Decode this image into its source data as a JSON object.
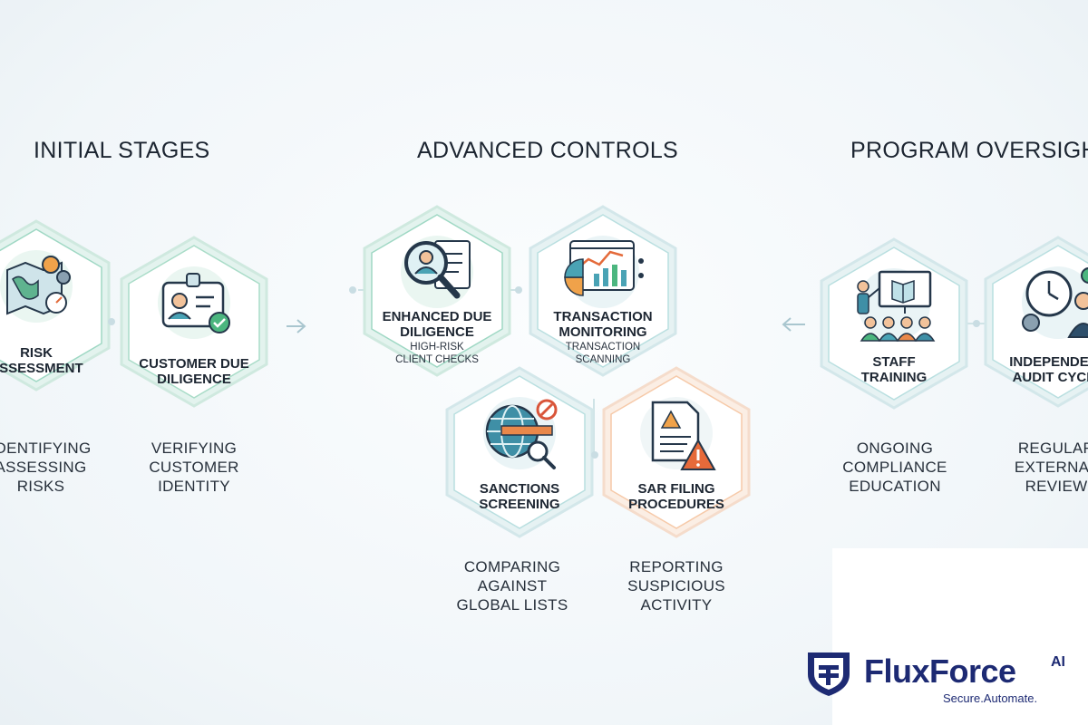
{
  "sections": [
    {
      "title": "INITIAL STAGES"
    },
    {
      "title": "ADVANCED CONTROLS"
    },
    {
      "title": "PROGRAM OVERSIGHT"
    }
  ],
  "nodes": [
    {
      "id": "risk-assessment",
      "title": "RISK\nASSESSMENT",
      "subtitle": "",
      "description": "IDENTIFYING\nASSESSING\nRISKS",
      "icon": "map-gauge-icon",
      "accent": "#9fd8c4"
    },
    {
      "id": "customer-due-diligence",
      "title": "CUSTOMER DUE\nDILIGENCE",
      "subtitle": "",
      "description": "VERIFYING\nCUSTOMER\nIDENTITY",
      "icon": "id-badge-icon",
      "accent": "#a9dcc8"
    },
    {
      "id": "enhanced-due-diligence",
      "title": "ENHANCED DUE\nDILIGENCE",
      "subtitle": "HIGH-RISK\nCLIENT CHECKS",
      "description": "",
      "icon": "magnifier-document-icon",
      "accent": "#9fd8c4"
    },
    {
      "id": "transaction-monitoring",
      "title": "TRANSACTION\nMONITORING",
      "subtitle": "TRANSACTION\nSCANNING",
      "description": "",
      "icon": "dashboard-chart-icon",
      "accent": "#b9dfe0"
    },
    {
      "id": "sanctions-screening",
      "title": "SANCTIONS\nSCREENING",
      "subtitle": "",
      "description": "COMPARING\nAGAINST\nGLOBAL LISTS",
      "icon": "globe-barrier-icon",
      "accent": "#b9dfe0"
    },
    {
      "id": "sar-filing",
      "title": "SAR FILING\nPROCEDURES",
      "subtitle": "",
      "description": "REPORTING\nSUSPICIOUS\nACTIVITY",
      "icon": "warning-document-icon",
      "accent": "#f6c9a8"
    },
    {
      "id": "staff-training",
      "title": "STAFF\nTRAINING",
      "subtitle": "",
      "description": "ONGOING\nCOMPLIANCE\nEDUCATION",
      "icon": "presentation-icon",
      "accent": "#b9dfe0"
    },
    {
      "id": "independent-audit",
      "title": "INDEPENDENT\nAUDIT CYCLE",
      "subtitle": "",
      "description": "REGULAR\nEXTERNAL\nREVIEW",
      "icon": "clock-auditor-icon",
      "accent": "#b9dfe0"
    }
  ],
  "logo": {
    "name": "FluxForce",
    "superscript": "AI",
    "tagline": "Secure.Automate.",
    "color": "#1d2a73"
  }
}
